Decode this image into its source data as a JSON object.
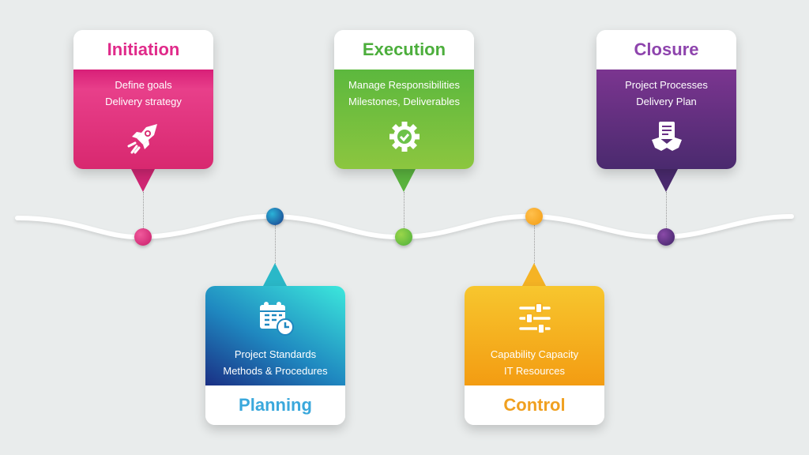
{
  "stages": [
    {
      "title": "Initiation",
      "lines": [
        "Define goals",
        "Delivery strategy"
      ],
      "icon": "rocket-icon",
      "color": "#e0307f",
      "title_color": "#e02a8a"
    },
    {
      "title": "Planning",
      "lines": [
        "Project Standards",
        "Methods & Procedures"
      ],
      "icon": "calendar-clock-icon",
      "color": "#1f7bbf",
      "title_color": "#3aa8dc"
    },
    {
      "title": "Execution",
      "lines": [
        "Manage Responsibilities",
        "Milestones, Deliverables"
      ],
      "icon": "gear-check-icon",
      "color": "#6cc24a",
      "title_color": "#4cae3c"
    },
    {
      "title": "Control",
      "lines": [
        "Capability Capacity",
        "IT Resources"
      ],
      "icon": "sliders-icon",
      "color": "#f5b324",
      "title_color": "#f0a020"
    },
    {
      "title": "Closure",
      "lines": [
        "Project Processes",
        "Delivery Plan"
      ],
      "icon": "handshake-checklist-icon",
      "color": "#6a2f86",
      "title_color": "#8e44ad"
    }
  ]
}
